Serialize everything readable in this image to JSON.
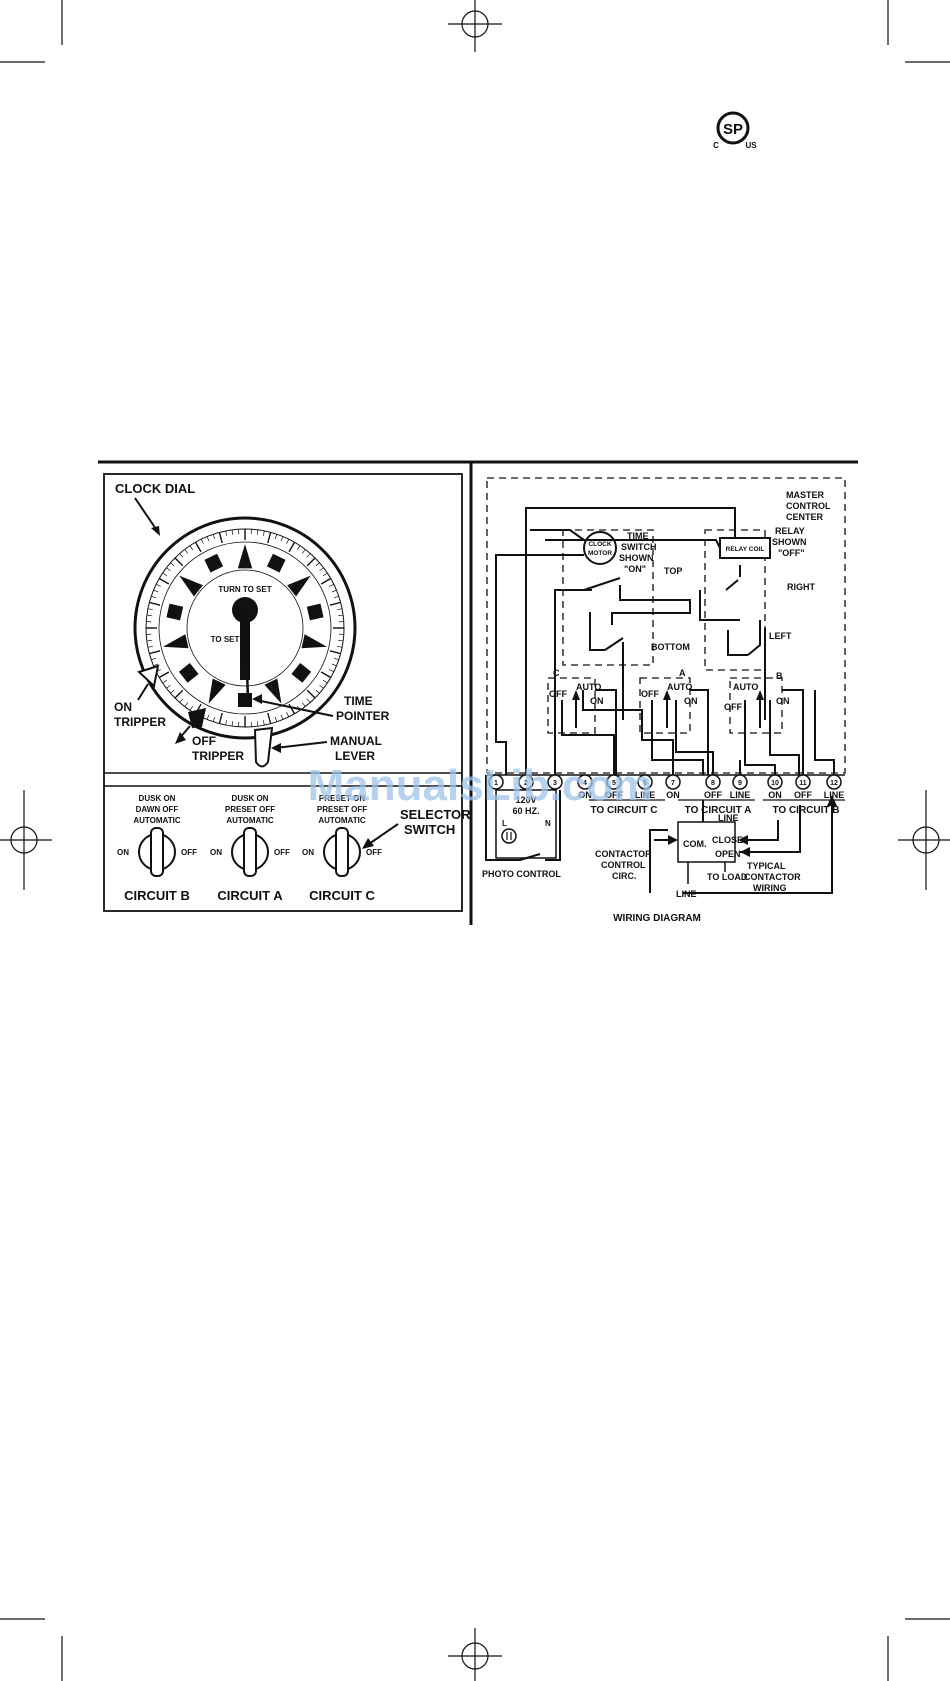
{
  "logo": {
    "mark": "SP",
    "left": "C",
    "right": "US"
  },
  "watermark": "ManualsLib.com",
  "left_panel": {
    "clock_dial": "CLOCK DIAL",
    "dial_center_top": "TURN TO SET",
    "dial_center_bottom": "TO SET",
    "on_tripper": [
      "ON",
      "TRIPPER"
    ],
    "off_tripper": [
      "OFF",
      "TRIPPER"
    ],
    "time_pointer": [
      "TIME",
      "POINTER"
    ],
    "manual_lever": [
      "MANUAL",
      "LEVER"
    ],
    "selector_switch": [
      "SELECTOR",
      "SWITCH"
    ],
    "switch_on": "ON",
    "switch_off": "OFF",
    "circuits": [
      {
        "modes": [
          "DUSK ON",
          "DAWN OFF",
          "AUTOMATIC"
        ],
        "name": "CIRCUIT B"
      },
      {
        "modes": [
          "DUSK ON",
          "PRESET OFF",
          "AUTOMATIC"
        ],
        "name": "CIRCUIT A"
      },
      {
        "modes": [
          "PRESET ON",
          "PRESET OFF",
          "AUTOMATIC"
        ],
        "name": "CIRCUIT C"
      }
    ]
  },
  "wiring": {
    "title": "WIRING DIAGRAM",
    "master": [
      "MASTER",
      "CONTROL",
      "CENTER"
    ],
    "clock_motor": [
      "CLOCK",
      "MOTOR"
    ],
    "time_switch": [
      "TIME",
      "SWITCH",
      "SHOWN",
      "\"ON\""
    ],
    "relay_coil": "RELAY COIL",
    "relay_shown": [
      "RELAY",
      "SHOWN",
      "\"OFF\""
    ],
    "top": "TOP",
    "bottom": "BOTTOM",
    "right": "RIGHT",
    "left": "LEFT",
    "sel_c": "C",
    "sel_a": "A",
    "sel_b": "B",
    "auto": "AUTO",
    "off": "OFF",
    "on": "ON",
    "terminals": [
      "1",
      "2",
      "3",
      "4",
      "5",
      "6",
      "7",
      "8",
      "9",
      "10",
      "11",
      "12"
    ],
    "term_labels": [
      "ON",
      "OFF",
      "LINE",
      "ON",
      "OFF",
      "LINE",
      "ON",
      "OFF",
      "LINE"
    ],
    "to_circuit_c": "TO CIRCUIT C",
    "to_circuit_a": "TO CIRCUIT A",
    "to_circuit_b": "TO CIRCUIT B",
    "supply": [
      "120V",
      "60 HZ."
    ],
    "supply_l": "L",
    "supply_n": "N",
    "photo_control": "PHOTO CONTROL",
    "contactor_control": [
      "CONTACTOR",
      "CONTROL",
      "CIRC."
    ],
    "line_top": "LINE",
    "com": "COM.",
    "close": "CLOSE",
    "open": "OPEN",
    "to_load": "TO LOAD",
    "typical": [
      "TYPICAL",
      "CONTACTOR",
      "WIRING"
    ],
    "line_bottom": "LINE"
  }
}
